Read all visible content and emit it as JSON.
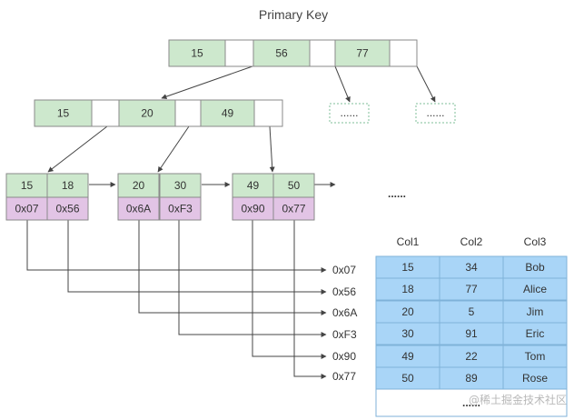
{
  "title": "Primary Key",
  "colors": {
    "key_cell": "#cde8cd",
    "empty_cell": "#ffffff",
    "pointer_cell": "#e2c4e5",
    "table_cell": "#a9d5f7",
    "border": "#8a8a8a",
    "table_border": "#7fb2d9",
    "arrow": "#444444"
  },
  "root_node": {
    "keys": [
      "15",
      "56",
      "77"
    ]
  },
  "internal_node": {
    "keys": [
      "15",
      "20",
      "49"
    ]
  },
  "placeholder_nodes": [
    "......",
    "......"
  ],
  "leaf_nodes": [
    {
      "keys": [
        "15",
        "18"
      ],
      "pointers": [
        "0x07",
        "0x56"
      ]
    },
    {
      "keys": [
        "20",
        "30"
      ],
      "pointers": [
        "0x6A",
        "0xF3"
      ]
    },
    {
      "keys": [
        "49",
        "50"
      ],
      "pointers": [
        "0x90",
        "0x77"
      ]
    }
  ],
  "leaf_ellipsis": "......",
  "row_addresses": [
    "0x07",
    "0x56",
    "0x6A",
    "0xF3",
    "0x90",
    "0x77"
  ],
  "table": {
    "headers": [
      "Col1",
      "Col2",
      "Col3"
    ],
    "rows": [
      [
        "15",
        "34",
        "Bob"
      ],
      [
        "18",
        "77",
        "Alice"
      ],
      [
        "20",
        "5",
        "Jim"
      ],
      [
        "30",
        "91",
        "Eric"
      ],
      [
        "49",
        "22",
        "Tom"
      ],
      [
        "50",
        "89",
        "Rose"
      ]
    ],
    "ellipsis": "......"
  },
  "watermark": "@稀土掘金技术社区"
}
